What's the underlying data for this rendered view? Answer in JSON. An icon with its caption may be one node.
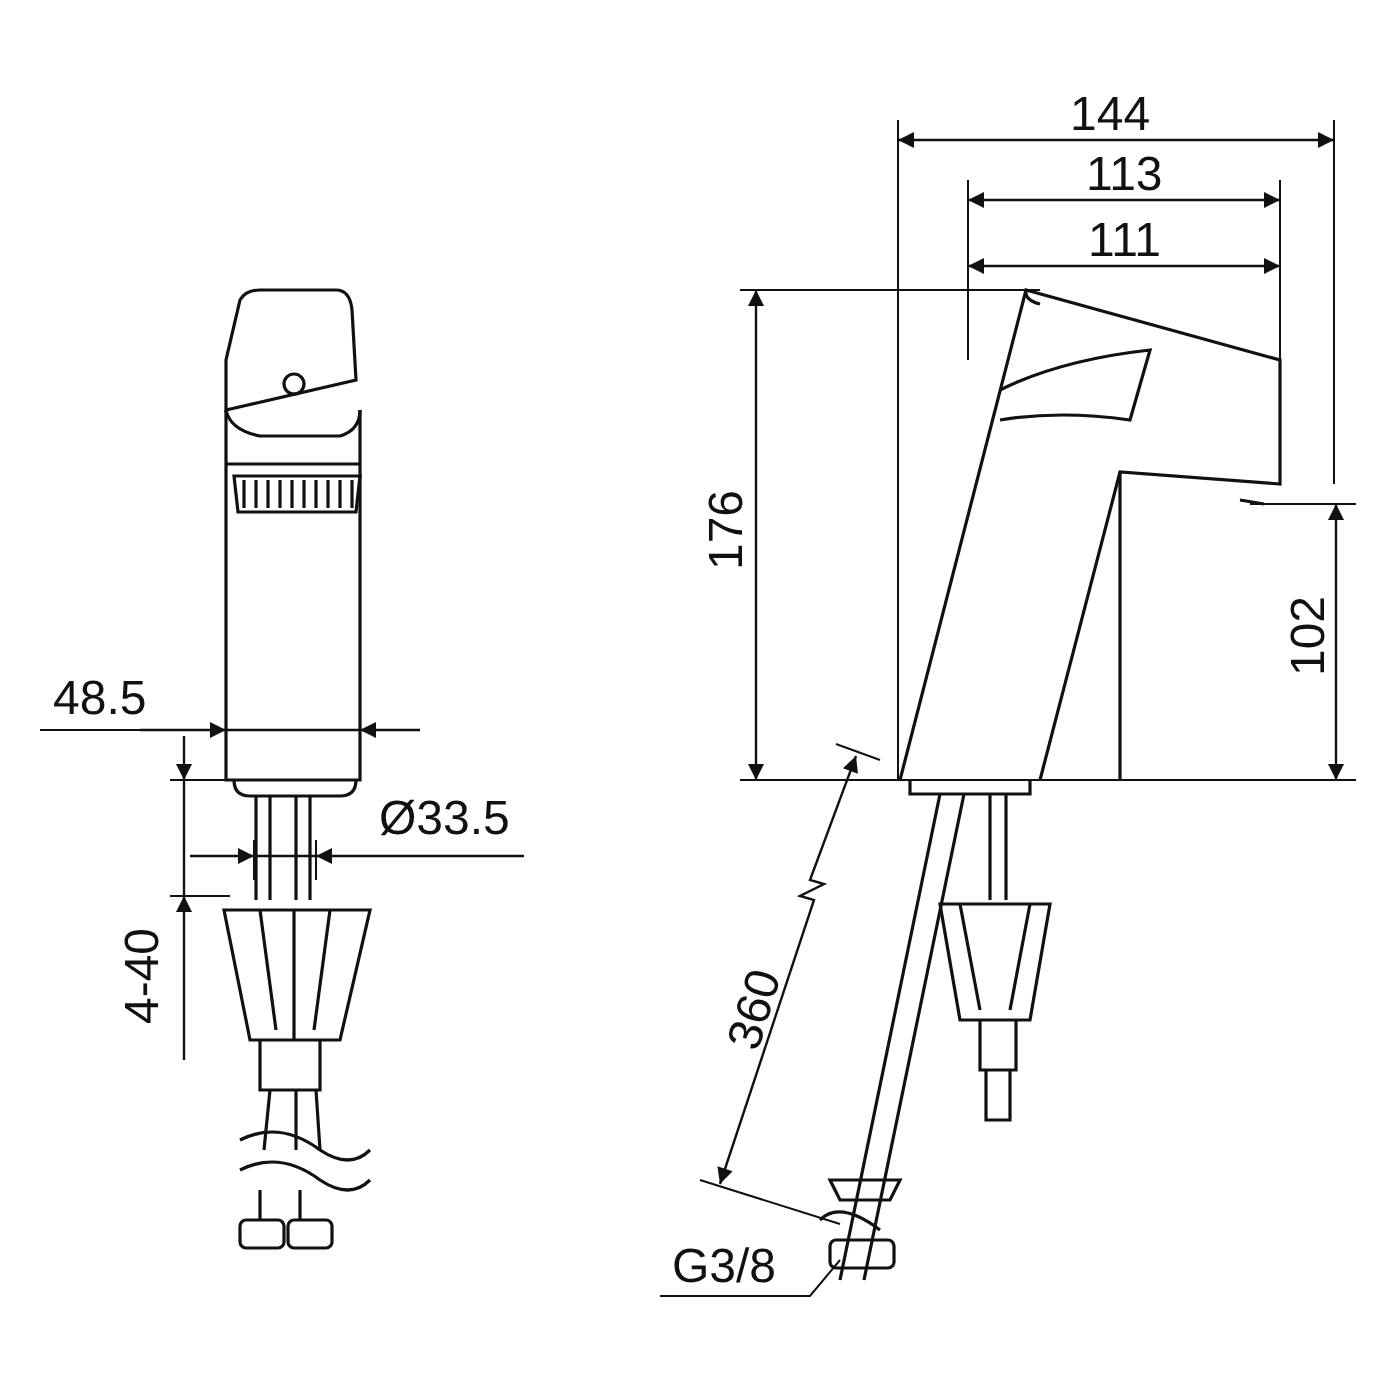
{
  "diagram": {
    "labels": [
      "144",
      "113",
      "111",
      "176",
      "102",
      "48.5",
      "Ø33.5",
      "4-40",
      "360",
      "G3/8"
    ]
  }
}
